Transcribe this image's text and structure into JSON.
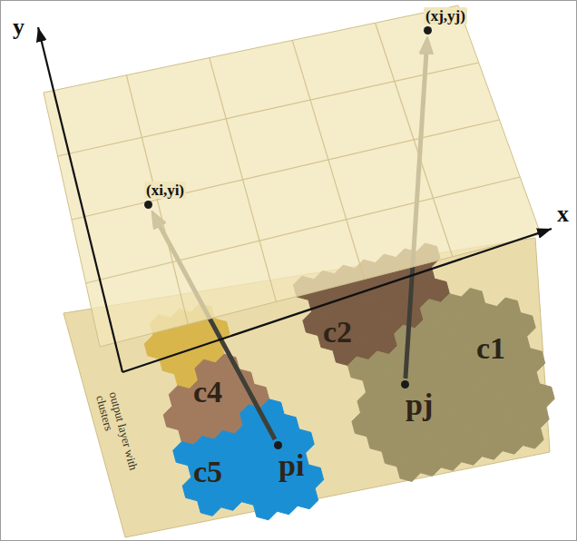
{
  "diagram": {
    "nodes": [
      {
        "text": [
          "(xi,yi)"
        ]
      },
      {
        "text": [
          "(xj,yj)"
        ]
      },
      {
        "text": [
          "c2"
        ]
      },
      {
        "text": [
          "c1"
        ]
      },
      {
        "text": [
          "pj"
        ],
        "in": 3
      },
      {
        "text": [
          "c4"
        ]
      },
      {
        "text": [
          "c5"
        ]
      },
      {
        "text": [
          "pi"
        ],
        "in": 6
      }
    ],
    "edges": [
      {
        "from": 7,
        "to": 0,
        "arrow": "to"
      },
      {
        "from": 4,
        "to": 1,
        "arrow": "to"
      }
    ],
    "labels": [
      "y",
      "x",
      "output layer with clusters"
    ]
  }
}
